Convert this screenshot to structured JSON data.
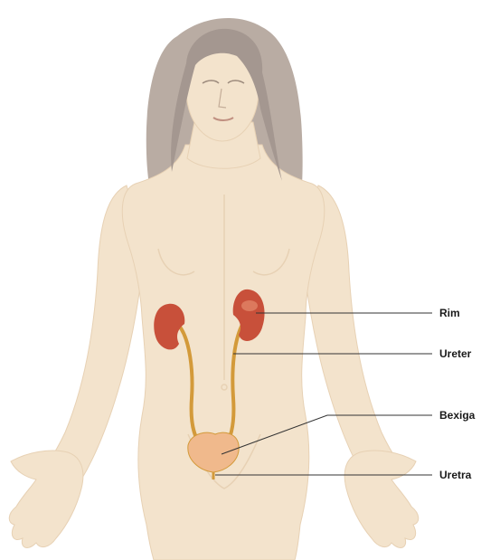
{
  "colors": {
    "skin": "#f3e3cc",
    "skin_shadow": "#e7d1b4",
    "hair": "#b9aca3",
    "hair_dark": "#a49790",
    "kidney": "#c8503a",
    "kidney_highlight": "#e48a6c",
    "ureter": "#d39a3a",
    "bladder": "#f0b98c",
    "leader_line": "#333333"
  },
  "labels": {
    "kidney": "Rim",
    "ureter": "Ureter",
    "bladder": "Bexiga",
    "urethra": "Uretra"
  }
}
